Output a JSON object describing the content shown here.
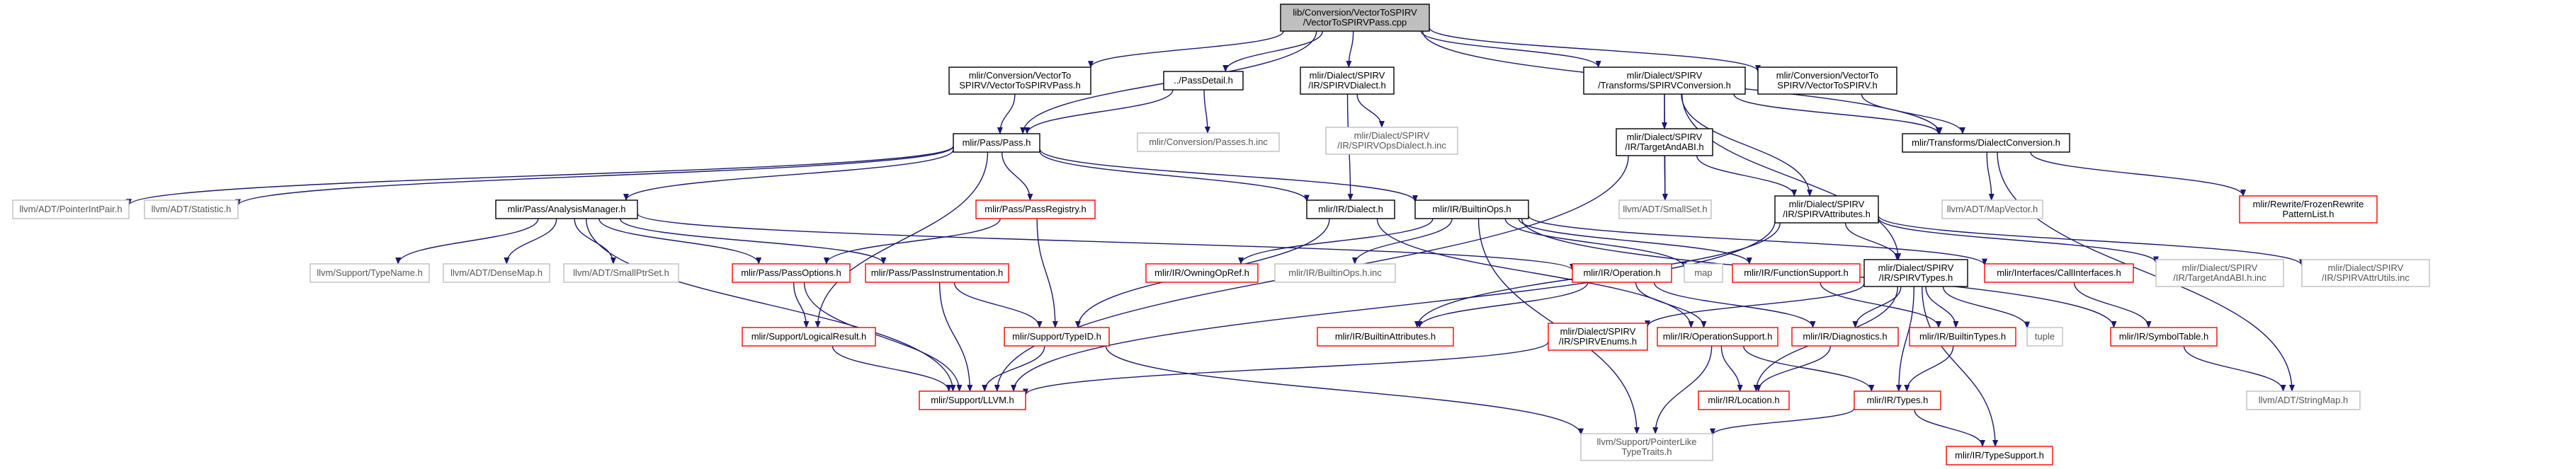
{
  "colors": {
    "edge": "#191970",
    "root_fill": "#bfbfbf",
    "normal_border": "#000000",
    "red_border": "#ff0000",
    "gray_border": "#bfbfbf",
    "normal_text": "#000000",
    "gray_text": "#555555"
  },
  "nodes": [
    {
      "id": "root",
      "style": "root",
      "lines": [
        "lib/Conversion/VectorToSPIRV",
        "/VectorToSPIRVPass.cpp"
      ]
    },
    {
      "id": "vtsp_h",
      "style": "normal",
      "lines": [
        "mlir/Conversion/VectorTo",
        "SPIRV/VectorToSPIRVPass.h"
      ]
    },
    {
      "id": "passdetail",
      "style": "normal",
      "lines": [
        "../PassDetail.h"
      ]
    },
    {
      "id": "spirvdialect",
      "style": "normal",
      "lines": [
        "mlir/Dialect/SPIRV",
        "/IR/SPIRVDialect.h"
      ]
    },
    {
      "id": "spirvconv",
      "style": "normal",
      "lines": [
        "mlir/Dialect/SPIRV",
        "/Transforms/SPIRVConversion.h"
      ]
    },
    {
      "id": "vts_h",
      "style": "normal",
      "lines": [
        "mlir/Conversion/VectorTo",
        "SPIRV/VectorToSPIRV.h"
      ]
    },
    {
      "id": "passes_inc",
      "style": "gray",
      "lines": [
        "mlir/Conversion/Passes.h.inc"
      ]
    },
    {
      "id": "opsdialect_inc",
      "style": "gray",
      "lines": [
        "mlir/Dialect/SPIRV",
        "/IR/SPIRVOpsDialect.h.inc"
      ]
    },
    {
      "id": "pass_h",
      "style": "normal",
      "lines": [
        "mlir/Pass/Pass.h"
      ]
    },
    {
      "id": "targetabi",
      "style": "normal",
      "lines": [
        "mlir/Dialect/SPIRV",
        "/IR/TargetAndABI.h"
      ]
    },
    {
      "id": "dialectconv",
      "style": "normal",
      "lines": [
        "mlir/Transforms/DialectConversion.h"
      ]
    },
    {
      "id": "pointerintpair",
      "style": "gray",
      "lines": [
        "llvm/ADT/PointerIntPair.h"
      ]
    },
    {
      "id": "statistic",
      "style": "gray",
      "lines": [
        "llvm/ADT/Statistic.h"
      ]
    },
    {
      "id": "analysismgr",
      "style": "normal",
      "lines": [
        "mlir/Pass/AnalysisManager.h"
      ]
    },
    {
      "id": "passregistry",
      "style": "red",
      "lines": [
        "mlir/Pass/PassRegistry.h"
      ]
    },
    {
      "id": "dialect_h",
      "style": "normal",
      "lines": [
        "mlir/IR/Dialect.h"
      ]
    },
    {
      "id": "builtinops",
      "style": "normal",
      "lines": [
        "mlir/IR/BuiltinOps.h"
      ]
    },
    {
      "id": "smallset",
      "style": "gray",
      "lines": [
        "llvm/ADT/SmallSet.h"
      ]
    },
    {
      "id": "spirvattrs",
      "style": "normal",
      "lines": [
        "mlir/Dialect/SPIRV",
        "/IR/SPIRVAttributes.h"
      ]
    },
    {
      "id": "mapvector",
      "style": "gray",
      "lines": [
        "llvm/ADT/MapVector.h"
      ]
    },
    {
      "id": "frozenrewrite",
      "style": "red",
      "lines": [
        "mlir/Rewrite/FrozenRewrite",
        "PatternList.h"
      ]
    },
    {
      "id": "typename",
      "style": "gray",
      "lines": [
        "llvm/Support/TypeName.h"
      ]
    },
    {
      "id": "densemap",
      "style": "gray",
      "lines": [
        "llvm/ADT/DenseMap.h"
      ]
    },
    {
      "id": "smallptrset",
      "style": "gray",
      "lines": [
        "llvm/ADT/SmallPtrSet.h"
      ]
    },
    {
      "id": "passoptions",
      "style": "red",
      "lines": [
        "mlir/Pass/PassOptions.h"
      ]
    },
    {
      "id": "passinstr",
      "style": "red",
      "lines": [
        "mlir/Pass/PassInstrumentation.h"
      ]
    },
    {
      "id": "owningopref",
      "style": "red",
      "lines": [
        "mlir/IR/OwningOpRef.h"
      ]
    },
    {
      "id": "builtinops_inc",
      "style": "gray",
      "lines": [
        "mlir/IR/BuiltinOps.h.inc"
      ]
    },
    {
      "id": "operation",
      "style": "red",
      "lines": [
        "mlir/IR/Operation.h"
      ]
    },
    {
      "id": "map",
      "style": "gray",
      "lines": [
        "map"
      ]
    },
    {
      "id": "funcsupport",
      "style": "red",
      "lines": [
        "mlir/IR/FunctionSupport.h"
      ]
    },
    {
      "id": "spirvtypes",
      "style": "normal",
      "lines": [
        "mlir/Dialect/SPIRV",
        "/IR/SPIRVTypes.h"
      ]
    },
    {
      "id": "callifaces",
      "style": "red",
      "lines": [
        "mlir/Interfaces/CallInterfaces.h"
      ]
    },
    {
      "id": "targetabi_inc",
      "style": "gray",
      "lines": [
        "mlir/Dialect/SPIRV",
        "/IR/TargetAndABI.h.inc"
      ]
    },
    {
      "id": "attrutils_inc",
      "style": "gray",
      "lines": [
        "mlir/Dialect/SPIRV",
        "/IR/SPIRVAttrUtils.inc"
      ]
    },
    {
      "id": "logicalresult",
      "style": "red",
      "lines": [
        "mlir/Support/LogicalResult.h"
      ]
    },
    {
      "id": "typeid",
      "style": "red",
      "lines": [
        "mlir/Support/TypeID.h"
      ]
    },
    {
      "id": "builtinattrs",
      "style": "red",
      "lines": [
        "mlir/IR/BuiltinAttributes.h"
      ]
    },
    {
      "id": "spirvenums",
      "style": "red",
      "lines": [
        "mlir/Dialect/SPIRV",
        "/IR/SPIRVEnums.h"
      ]
    },
    {
      "id": "opsupport",
      "style": "red",
      "lines": [
        "mlir/IR/OperationSupport.h"
      ]
    },
    {
      "id": "diagnostics",
      "style": "red",
      "lines": [
        "mlir/IR/Diagnostics.h"
      ]
    },
    {
      "id": "builtintypes",
      "style": "red",
      "lines": [
        "mlir/IR/BuiltinTypes.h"
      ]
    },
    {
      "id": "tuple",
      "style": "gray",
      "lines": [
        "tuple"
      ]
    },
    {
      "id": "symboltable",
      "style": "red",
      "lines": [
        "mlir/IR/SymbolTable.h"
      ]
    },
    {
      "id": "support_llvm",
      "style": "red",
      "lines": [
        "mlir/Support/LLVM.h"
      ]
    },
    {
      "id": "location",
      "style": "red",
      "lines": [
        "mlir/IR/Location.h"
      ]
    },
    {
      "id": "types_h",
      "style": "red",
      "lines": [
        "mlir/IR/Types.h"
      ]
    },
    {
      "id": "stringmap",
      "style": "gray",
      "lines": [
        "llvm/ADT/StringMap.h"
      ]
    },
    {
      "id": "pointerlike",
      "style": "gray",
      "lines": [
        "llvm/Support/PointerLike",
        "TypeTraits.h"
      ]
    },
    {
      "id": "typesupport",
      "style": "red",
      "lines": [
        "mlir/IR/TypeSupport.h"
      ]
    }
  ],
  "edges": [
    [
      "root",
      "vtsp_h"
    ],
    [
      "root",
      "passdetail"
    ],
    [
      "root",
      "spirvdialect"
    ],
    [
      "root",
      "spirvconv"
    ],
    [
      "root",
      "vts_h"
    ],
    [
      "root",
      "pass_h"
    ],
    [
      "root",
      "dialectconv"
    ],
    [
      "vtsp_h",
      "pass_h"
    ],
    [
      "passdetail",
      "pass_h"
    ],
    [
      "passdetail",
      "passes_inc"
    ],
    [
      "spirvdialect",
      "opsdialect_inc"
    ],
    [
      "spirvdialect",
      "dialect_h"
    ],
    [
      "spirvconv",
      "targetabi"
    ],
    [
      "spirvconv",
      "dialectconv"
    ],
    [
      "spirvconv",
      "smallset"
    ],
    [
      "spirvconv",
      "spirvattrs"
    ],
    [
      "spirvconv",
      "spirvtypes"
    ],
    [
      "vts_h",
      "dialectconv"
    ],
    [
      "pass_h",
      "pointerintpair"
    ],
    [
      "pass_h",
      "statistic"
    ],
    [
      "pass_h",
      "analysismgr"
    ],
    [
      "pass_h",
      "passregistry"
    ],
    [
      "pass_h",
      "dialect_h"
    ],
    [
      "pass_h",
      "builtinops"
    ],
    [
      "pass_h",
      "logicalresult"
    ],
    [
      "targetabi",
      "smallset"
    ],
    [
      "targetabi",
      "spirvattrs"
    ],
    [
      "targetabi",
      "support_llvm"
    ],
    [
      "dialectconv",
      "mapvector"
    ],
    [
      "dialectconv",
      "frozenrewrite"
    ],
    [
      "dialectconv",
      "stringmap"
    ],
    [
      "analysismgr",
      "typename"
    ],
    [
      "analysismgr",
      "densemap"
    ],
    [
      "analysismgr",
      "smallptrset"
    ],
    [
      "analysismgr",
      "passinstr"
    ],
    [
      "analysismgr",
      "operation"
    ],
    [
      "analysismgr",
      "support_llvm"
    ],
    [
      "analysismgr",
      "passoptions"
    ],
    [
      "passregistry",
      "passoptions"
    ],
    [
      "passregistry",
      "typeid"
    ],
    [
      "dialect_h",
      "opsupport"
    ],
    [
      "dialect_h",
      "typeid"
    ],
    [
      "builtinops",
      "owningopref"
    ],
    [
      "builtinops",
      "builtinops_inc"
    ],
    [
      "builtinops",
      "map"
    ],
    [
      "builtinops",
      "funcsupport"
    ],
    [
      "builtinops",
      "callifaces"
    ],
    [
      "builtinops",
      "symboltable"
    ],
    [
      "builtinops",
      "pointerlike"
    ],
    [
      "spirvattrs",
      "spirvtypes"
    ],
    [
      "spirvattrs",
      "targetabi_inc"
    ],
    [
      "spirvattrs",
      "attrutils_inc"
    ],
    [
      "spirvattrs",
      "builtinattrs"
    ],
    [
      "spirvattrs",
      "support_llvm"
    ],
    [
      "passoptions",
      "logicalresult"
    ],
    [
      "passoptions",
      "support_llvm"
    ],
    [
      "passinstr",
      "typeid"
    ],
    [
      "passinstr",
      "support_llvm"
    ],
    [
      "operation",
      "builtinattrs"
    ],
    [
      "operation",
      "opsupport"
    ],
    [
      "operation",
      "diagnostics"
    ],
    [
      "funcsupport",
      "builtintypes"
    ],
    [
      "spirvtypes",
      "spirvenums"
    ],
    [
      "spirvtypes",
      "diagnostics"
    ],
    [
      "spirvtypes",
      "builtintypes"
    ],
    [
      "spirvtypes",
      "tuple"
    ],
    [
      "spirvtypes",
      "location"
    ],
    [
      "spirvtypes",
      "types_h"
    ],
    [
      "spirvtypes",
      "typesupport"
    ],
    [
      "callifaces",
      "symboltable"
    ],
    [
      "logicalresult",
      "support_llvm"
    ],
    [
      "typeid",
      "support_llvm"
    ],
    [
      "typeid",
      "pointerlike"
    ],
    [
      "spirvenums",
      "support_llvm"
    ],
    [
      "opsupport",
      "location"
    ],
    [
      "opsupport",
      "types_h"
    ],
    [
      "opsupport",
      "pointerlike"
    ],
    [
      "diagnostics",
      "location"
    ],
    [
      "builtintypes",
      "types_h"
    ],
    [
      "symboltable",
      "stringmap"
    ],
    [
      "types_h",
      "pointerlike"
    ],
    [
      "types_h",
      "typesupport"
    ]
  ]
}
